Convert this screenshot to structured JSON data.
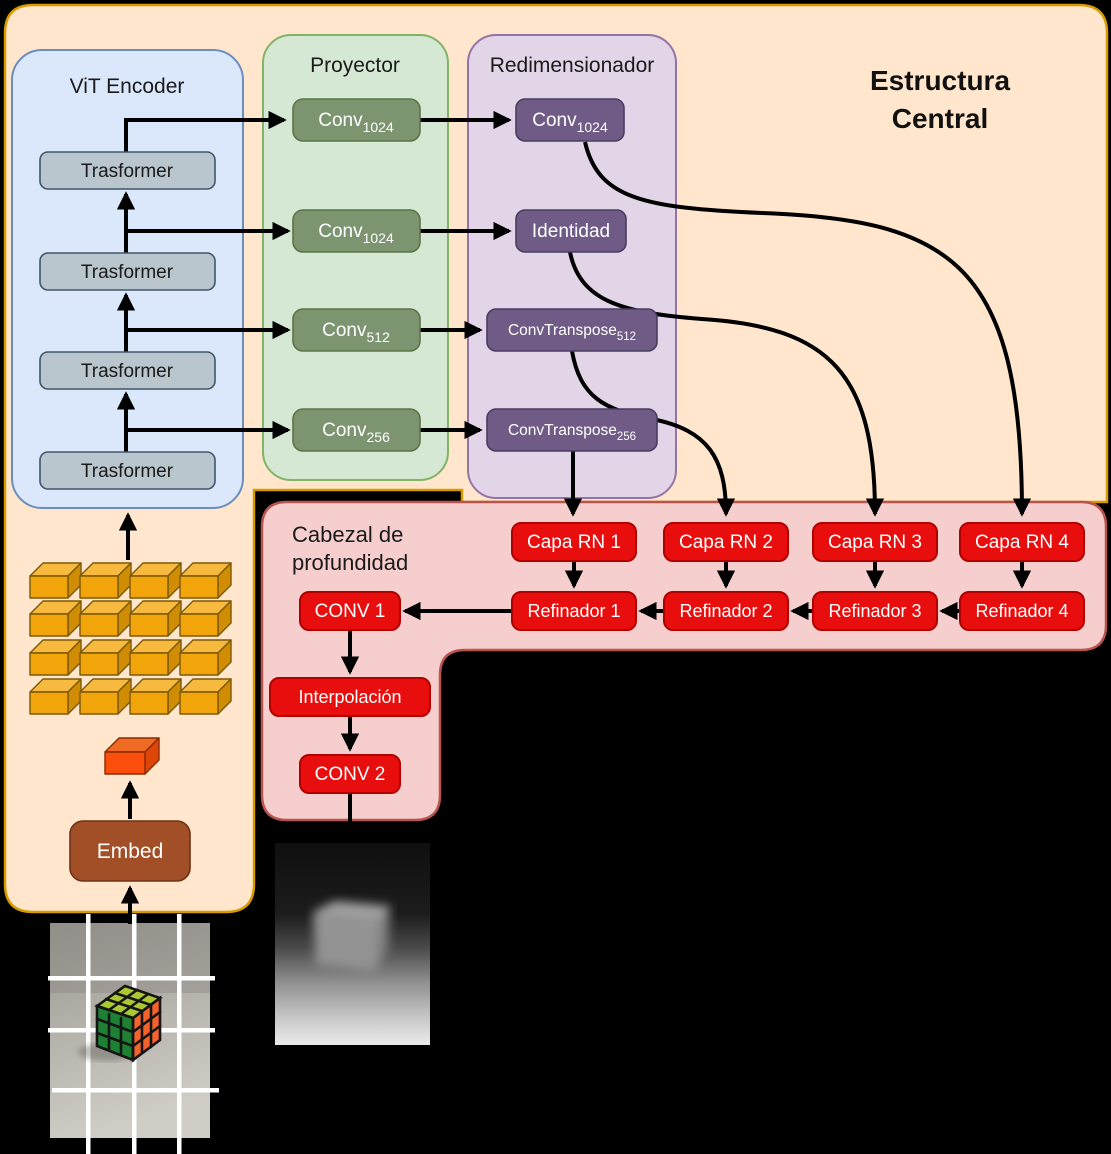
{
  "title": {
    "line1": "Estructura",
    "line2": "Central"
  },
  "encoder": {
    "label": "ViT Encoder",
    "blocks": [
      "Trasformer",
      "Trasformer",
      "Trasformer",
      "Trasformer"
    ]
  },
  "projector": {
    "label": "Proyector",
    "boxes": [
      {
        "name": "Conv",
        "sub": "1024"
      },
      {
        "name": "Conv",
        "sub": "1024"
      },
      {
        "name": "Conv",
        "sub": "512"
      },
      {
        "name": "Conv",
        "sub": "256"
      }
    ]
  },
  "resizer": {
    "label": "Redimensionador",
    "boxes": [
      {
        "name": "Conv",
        "sub": "1024"
      },
      {
        "name": "Identidad",
        "sub": ""
      },
      {
        "name": "ConvTranspose",
        "sub": "512"
      },
      {
        "name": "ConvTranspose",
        "sub": "256"
      }
    ]
  },
  "depth_head": {
    "label_line1": "Cabezal de",
    "label_line2": "profundidad",
    "rn_layers": [
      "Capa RN 1",
      "Capa RN 2",
      "Capa RN 3",
      "Capa RN 4"
    ],
    "refiners": [
      "Refinador 1",
      "Refinador 2",
      "Refinador 3",
      "Refinador 4"
    ],
    "conv1": "CONV 1",
    "interpolation": "Interpolación",
    "conv2": "CONV 2"
  },
  "embed_label": "Embed",
  "colors": {
    "background": "#000000",
    "container_fill": "#ffe6cc",
    "container_stroke": "#d79b00",
    "encoder_fill": "#dbe8fc",
    "projector_fill": "#d5e8d4",
    "resizer_fill": "#e1d5e7",
    "head_fill": "#f5cecd",
    "conv_box": "#7d9471",
    "resize_box": "#6f5b85",
    "transformer_box": "#bac6cd",
    "red_box": "#e90e0e",
    "embed_box": "#a24f28",
    "patch_cube": "#f2a50b",
    "embed_cube": "#fb4d0c"
  }
}
